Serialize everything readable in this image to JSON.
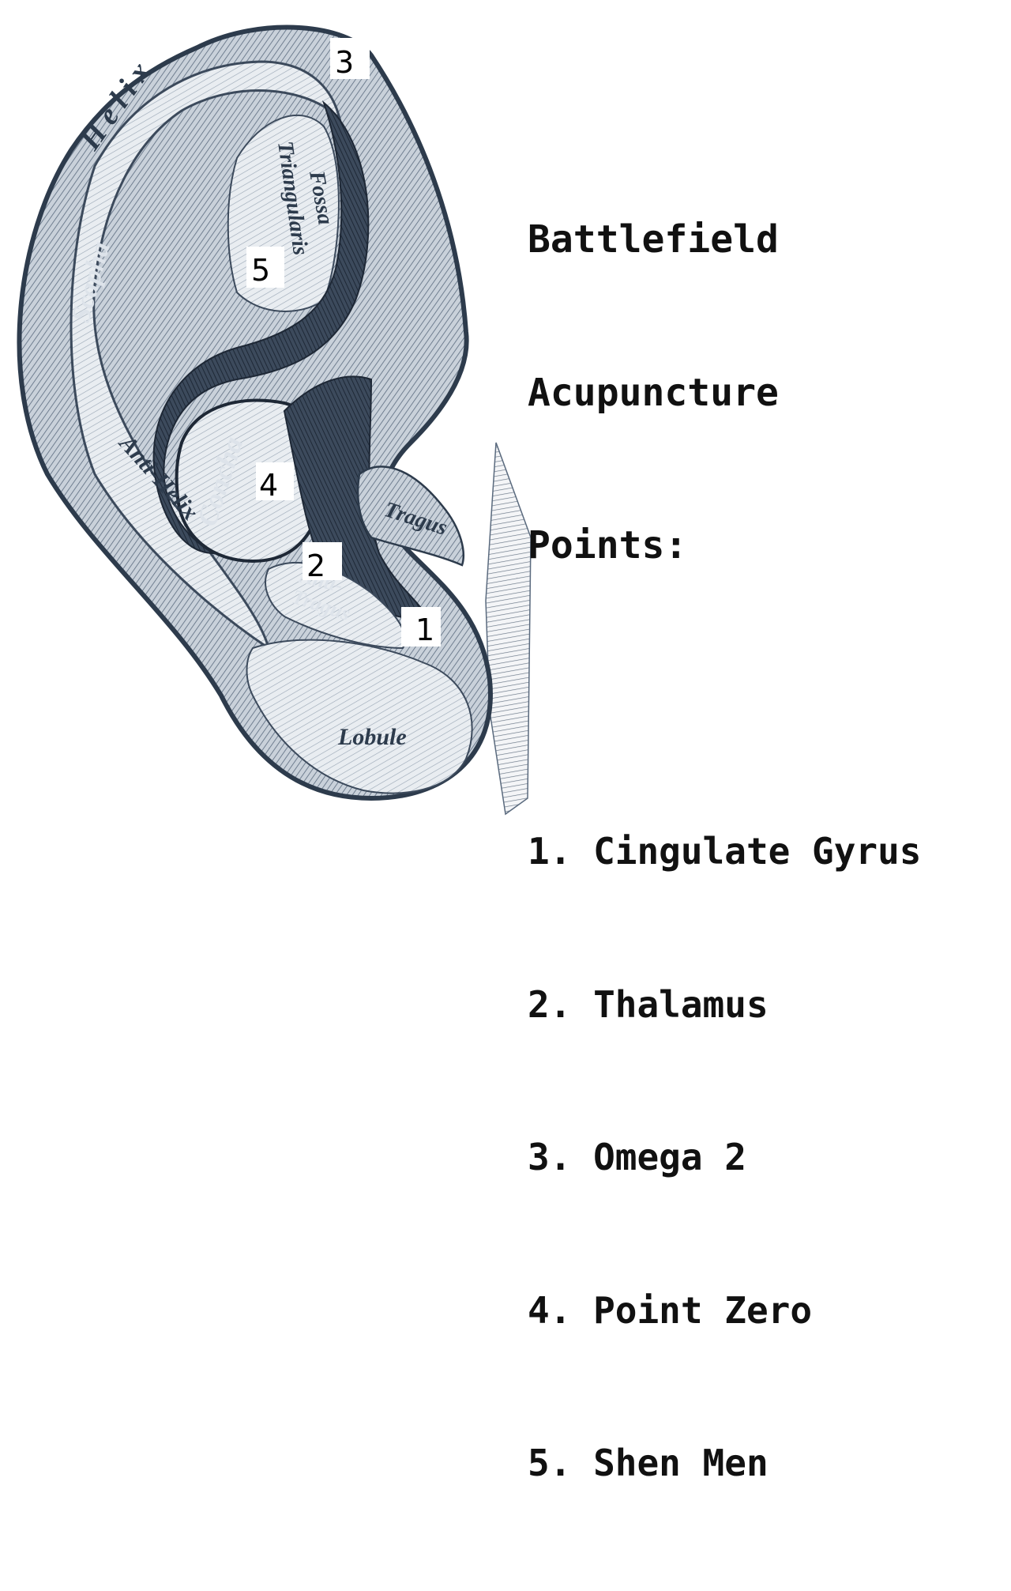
{
  "legend": {
    "title_lines": [
      "Battlefield",
      "Acupuncture",
      "Points:"
    ],
    "items": [
      "1. Cingulate Gyrus",
      "2. Thalamus",
      "3. Omega 2",
      "4. Point Zero",
      "5. Shen Men"
    ]
  },
  "markers": {
    "m1": "1",
    "m2": "2",
    "m3": "3",
    "m4": "4",
    "m5": "5"
  },
  "anatomy": {
    "helix": "H e l i x",
    "scapha": "Scapha",
    "fossa": "Fossa",
    "triangularis": "Triangularis",
    "concha": "Concha",
    "anti_helix": "Anti-Helix",
    "tragus": "Tragus",
    "anti": "Anti-",
    "anti_tragus": "Tragus",
    "lobule": "Lobule"
  },
  "colors": {
    "ink": "#2d3b4c",
    "ink_mid": "#5a6a7e",
    "ink_light": "#aab5c2",
    "paper": "#ffffff"
  }
}
